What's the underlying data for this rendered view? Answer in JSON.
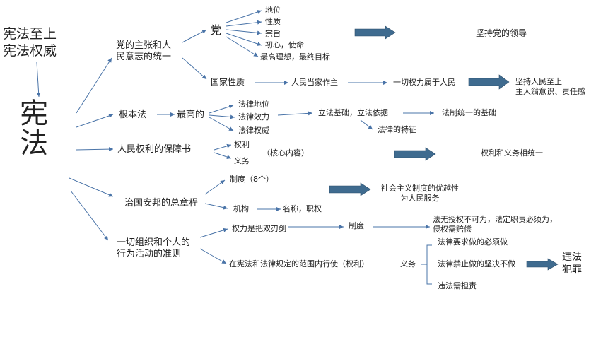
{
  "root": {
    "title": "宪法至上\n宪法权威",
    "main": "宪\n法"
  },
  "branch1": {
    "label": "党的主张和人\n民意志的统一",
    "party": "党",
    "party_items": [
      "地位",
      "性质",
      "宗旨",
      "初心，使命",
      "最高理想，最终目标"
    ],
    "party_conclusion": "坚持党的领导",
    "national": "国家性质",
    "people_master": "人民当家作主",
    "power_people": "一切权力属于人民",
    "people_supreme": "坚持人民至上\n主人翁意识、责任感"
  },
  "branch2": {
    "label": "根本法",
    "highest": "最高的",
    "items": [
      "法律地位",
      "法律效力",
      "法律权威"
    ],
    "basis": "立法基础，立法依据",
    "unified": "法制统一的基础",
    "feature": "法律的特征"
  },
  "branch3": {
    "label": "人民权利的保障书",
    "rights": "权利",
    "core": "（核心内容）",
    "duties": "义务",
    "conclusion": "权利和义务相统一"
  },
  "branch4": {
    "label": "治国安邦的总章程",
    "system": "制度（8个）",
    "agency": "机构",
    "name": "名称，职权",
    "conclusion": "社会主义制度的优越性\n为人民服务"
  },
  "branch5": {
    "label": "一切组织和个人的\n行为活动的准则",
    "power": "权力是把双刃剑",
    "system": "制度",
    "no_authority": "法无授权不可为，法定职责必须为，\n侵权需赔偿",
    "exercise": "在宪法和法律规定的范围内行使（权利）",
    "duty": "义务",
    "duty_items": [
      "法律要求做的必须做",
      "法律禁止做的坚决不做",
      "违法需担责"
    ],
    "violation": "违法\n犯罪"
  },
  "colors": {
    "line": "#4a74a8",
    "arrow_fill": "#3f6b8f",
    "text": "#222222"
  }
}
